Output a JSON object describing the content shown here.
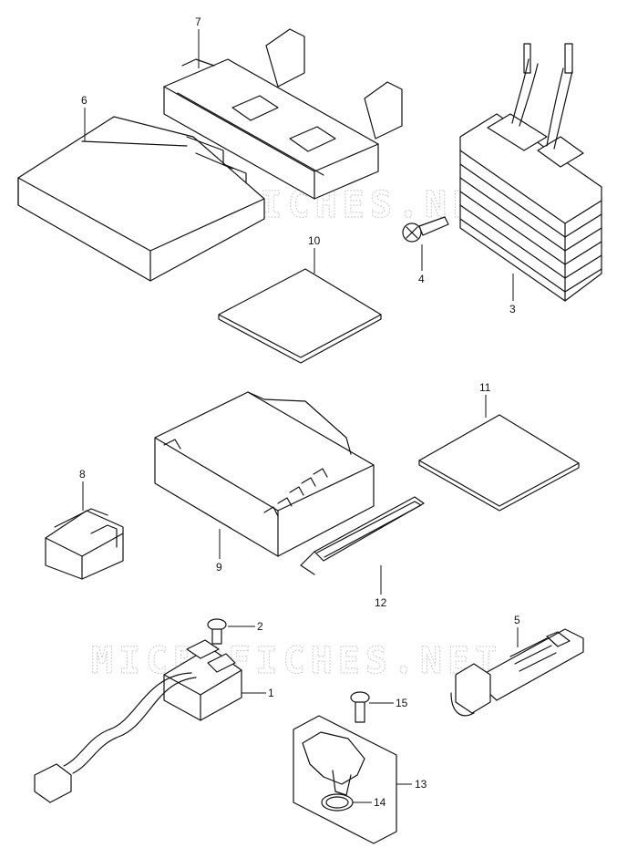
{
  "watermark": "MICROFICHES.NET",
  "callouts": {
    "p1": "1",
    "p2": "2",
    "p3": "3",
    "p4": "4",
    "p5": "5",
    "p6": "6",
    "p7": "7",
    "p8": "8",
    "p9": "9",
    "p10": "10",
    "p11": "11",
    "p12": "12",
    "p13": "13",
    "p14": "14",
    "p15": "15"
  }
}
